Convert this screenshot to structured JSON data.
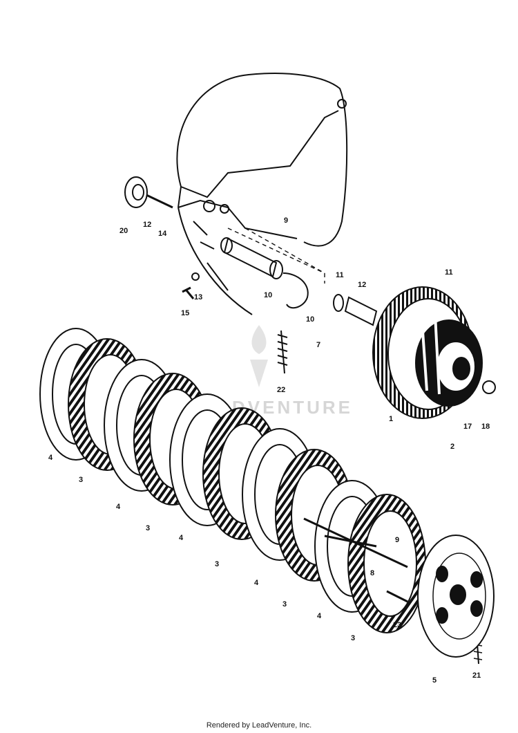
{
  "watermark": {
    "text": "LEADVENTURE"
  },
  "footer": {
    "text": "Rendered by LeadVenture, Inc."
  },
  "colors": {
    "line": "#111111",
    "background": "#ffffff",
    "watermark": "#d6d6d6"
  },
  "callouts": [
    {
      "id": "c20",
      "text": "20"
    },
    {
      "id": "c12a",
      "text": "12"
    },
    {
      "id": "c14",
      "text": "14"
    },
    {
      "id": "c9a",
      "text": "9"
    },
    {
      "id": "c11a",
      "text": "11"
    },
    {
      "id": "c12b",
      "text": "12"
    },
    {
      "id": "c11b",
      "text": "11"
    },
    {
      "id": "c13",
      "text": "13"
    },
    {
      "id": "c15",
      "text": "15"
    },
    {
      "id": "c10a",
      "text": "10"
    },
    {
      "id": "c10b",
      "text": "10"
    },
    {
      "id": "c7",
      "text": "7"
    },
    {
      "id": "c22",
      "text": "22"
    },
    {
      "id": "c1",
      "text": "1"
    },
    {
      "id": "c2",
      "text": "2"
    },
    {
      "id": "c17",
      "text": "17"
    },
    {
      "id": "c18",
      "text": "18"
    },
    {
      "id": "c4a",
      "text": "4"
    },
    {
      "id": "c3a",
      "text": "3"
    },
    {
      "id": "c4b",
      "text": "4"
    },
    {
      "id": "c3b",
      "text": "3"
    },
    {
      "id": "c4c",
      "text": "4"
    },
    {
      "id": "c3c",
      "text": "3"
    },
    {
      "id": "c4d",
      "text": "4"
    },
    {
      "id": "c3d",
      "text": "3"
    },
    {
      "id": "c4e",
      "text": "4"
    },
    {
      "id": "c3e",
      "text": "3"
    },
    {
      "id": "c9b",
      "text": "9"
    },
    {
      "id": "c8",
      "text": "8"
    },
    {
      "id": "c23",
      "text": "23"
    },
    {
      "id": "c5",
      "text": "5"
    },
    {
      "id": "c21",
      "text": "21"
    }
  ]
}
